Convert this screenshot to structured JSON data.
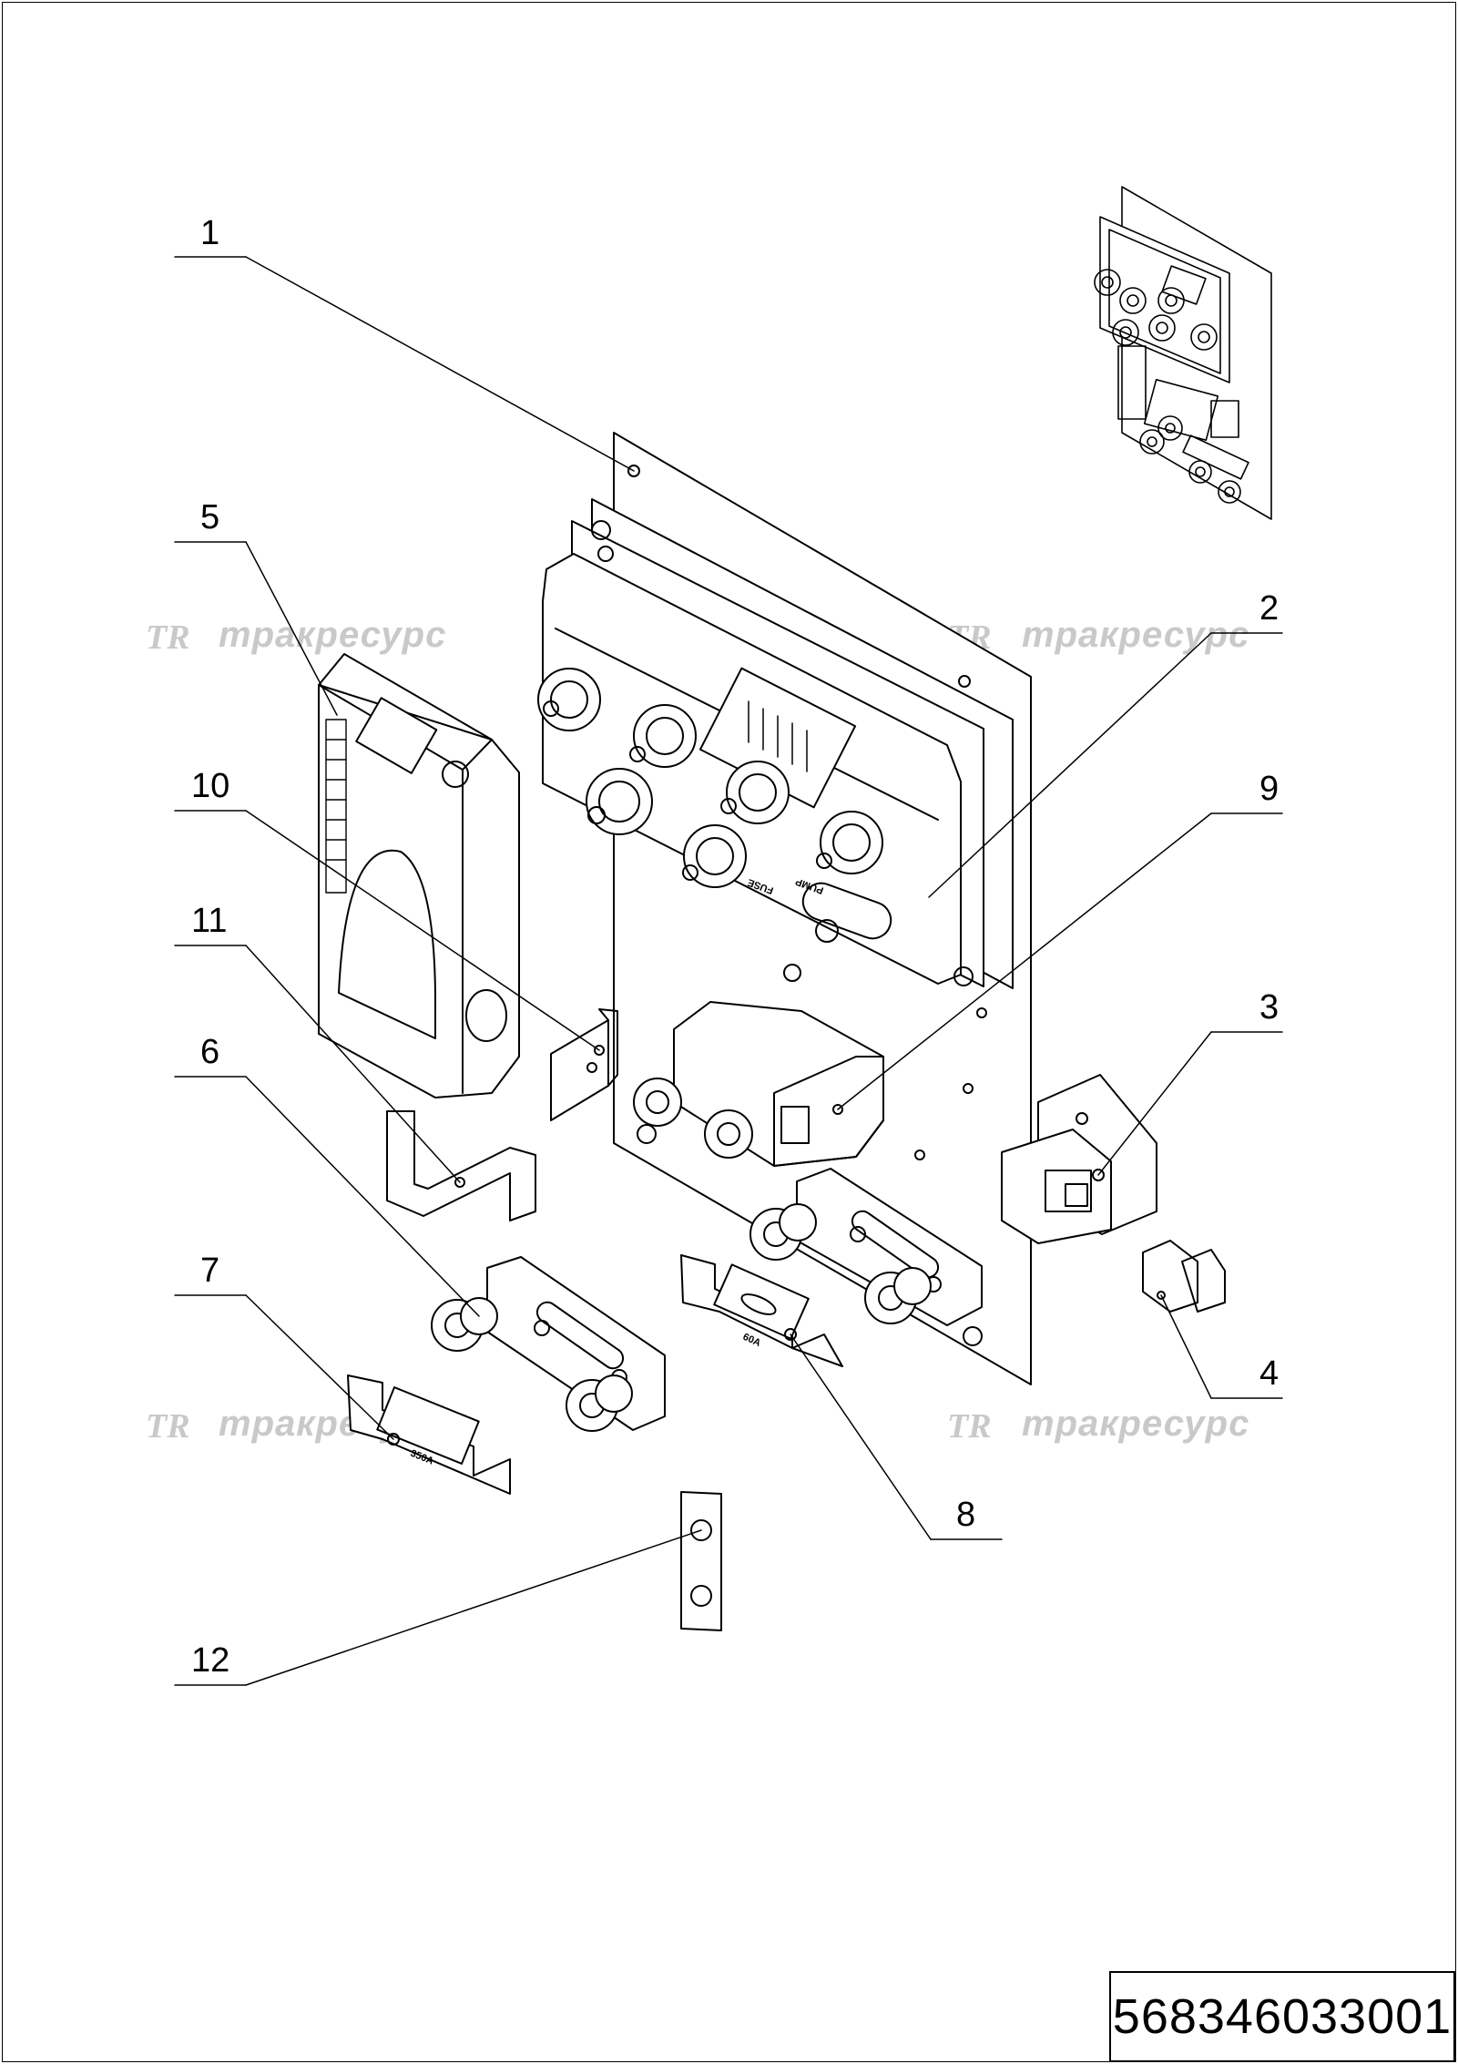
{
  "document": {
    "part_number": "568346033001"
  },
  "watermarks": [
    {
      "logo": "TR",
      "text": "тракресурс"
    },
    {
      "logo": "TR",
      "text": "тракресурс"
    },
    {
      "logo": "TR",
      "text": "тракресурс"
    },
    {
      "logo": "TR",
      "text": "тракресурс"
    }
  ],
  "callouts": [
    "1",
    "2",
    "3",
    "4",
    "5",
    "6",
    "7",
    "8",
    "9",
    "10",
    "11",
    "12"
  ],
  "part_labels": {
    "fuse_large": "350A",
    "fuse_small": "60A",
    "controller_label": "PUMP",
    "controller_fuse": "FUSE"
  }
}
